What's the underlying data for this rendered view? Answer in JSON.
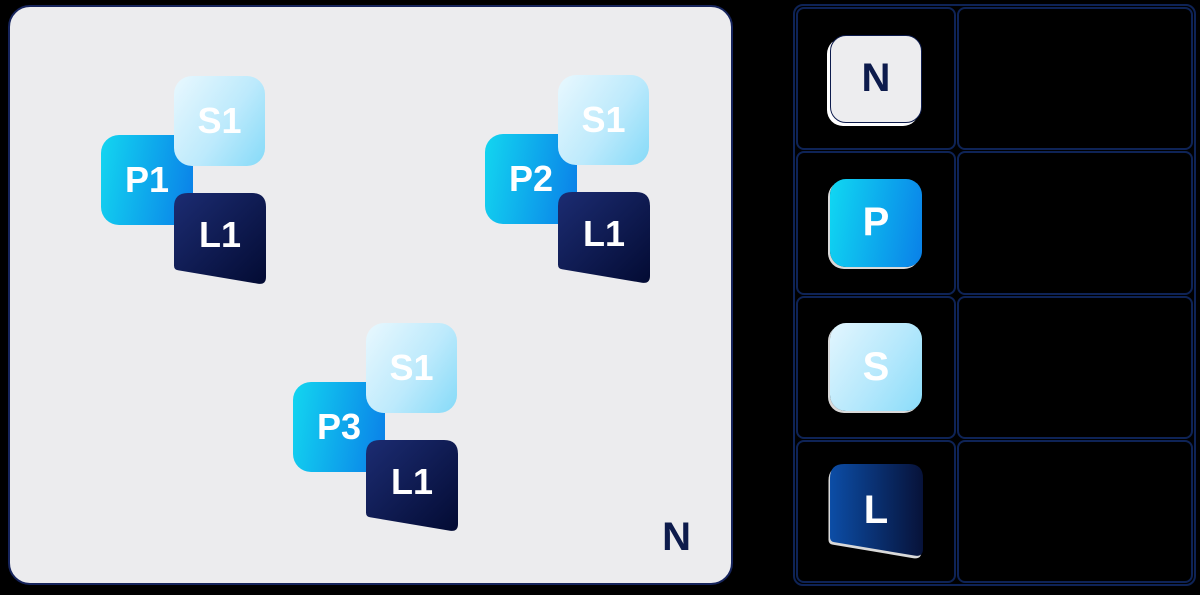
{
  "colors": {
    "background": "#000000",
    "panel_fill": "#ececee",
    "navy_border": "#0e2356",
    "navy_text": "#0d1b4c",
    "p_gradient_start": "#13d6f0",
    "p_gradient_end": "#0a7ee8",
    "s_gradient_start": "#e9f8fe",
    "s_gradient_end": "#85daf8",
    "l_dark_gradient_start": "#1c2c72",
    "l_dark_gradient_end": "#030b33",
    "l_blue_gradient_start": "#0c4da6",
    "l_blue_gradient_end": "#071239"
  },
  "diagram": {
    "panel_label": "N",
    "groups": [
      {
        "p_label": "P1",
        "s_label": "S1",
        "l_label": "L1"
      },
      {
        "p_label": "P2",
        "s_label": "S1",
        "l_label": "L1"
      },
      {
        "p_label": "P3",
        "s_label": "S1",
        "l_label": "L1"
      }
    ]
  },
  "legend": {
    "rows": [
      {
        "icon_letter": "N",
        "description": ""
      },
      {
        "icon_letter": "P",
        "description": ""
      },
      {
        "icon_letter": "S",
        "description": ""
      },
      {
        "icon_letter": "L",
        "description": ""
      }
    ]
  }
}
